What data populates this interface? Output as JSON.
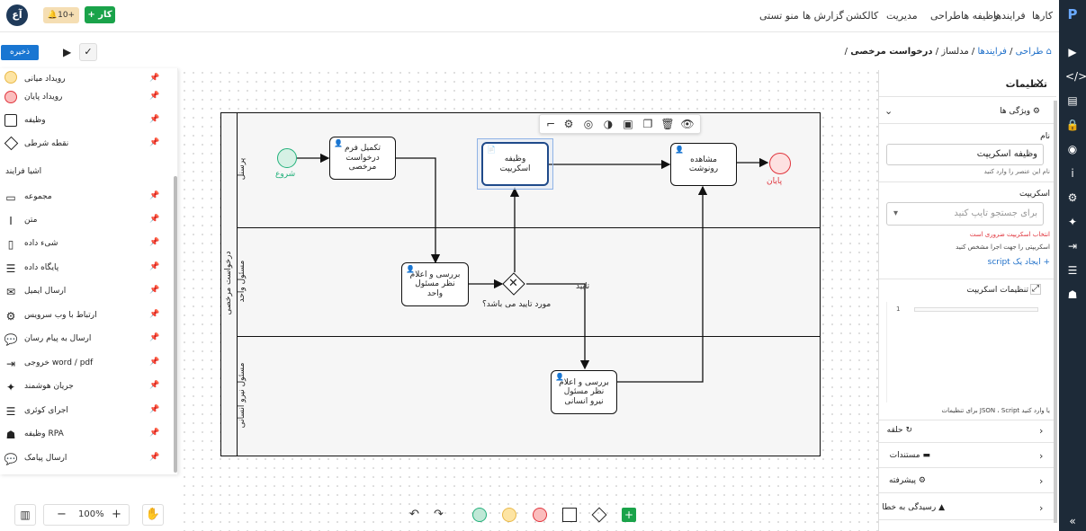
{
  "topbar": {
    "nav": [
      "منو تستی",
      "گزارش ها",
      "کالکشن",
      "مدیریت",
      "طراحی",
      "وظیفه ها",
      "فرایندها",
      "کارها"
    ],
    "avatar": "آع",
    "notif_count": "10+",
    "new_task": "کار"
  },
  "toolbar": {
    "save": "ذخیره"
  },
  "breadcrumb": {
    "home": "طراحی",
    "sep": "/",
    "processes": "فرایندها",
    "modeler": "مدلساز",
    "current": "درخواست مرخصی"
  },
  "palette": {
    "items_top": [
      {
        "label": "رویداد میانی"
      },
      {
        "label": "رویداد پایان"
      },
      {
        "label": "وظیفه"
      },
      {
        "label": "نقطه شرطی"
      }
    ],
    "heading": "اشیا فرایند",
    "items": [
      {
        "label": "مجموعه"
      },
      {
        "label": "متن"
      },
      {
        "label": "شیء داده"
      },
      {
        "label": "پایگاه داده"
      },
      {
        "label": "ارسال ایمیل"
      },
      {
        "label": "ارتباط با وب سرویس"
      },
      {
        "label": "ارسال به پیام رسان"
      },
      {
        "label": "خروجی word / pdf"
      },
      {
        "label": "جریان هوشمند"
      },
      {
        "label": "اجرای کوئری"
      },
      {
        "label": "وظیفه RPA"
      },
      {
        "label": "ارسال پیامک"
      }
    ]
  },
  "zoom": {
    "level": "100%"
  },
  "diagram": {
    "pool_label": "درخواست مرخصی",
    "lanes": [
      "پرسنل",
      "مسئول واحد",
      "مسئول نیرو انسانی"
    ],
    "start_label": "شروع",
    "end_label": "پایان",
    "task_fill_form": "تکمیل فرم درخواست مرخصی",
    "task_script": "وظیفه اسکریپت",
    "task_view_copy": "مشاهده رونوشت",
    "task_review_unit": "بررسی و اعلام نظر مسئول واحد",
    "task_review_hr": "بررسی و اعلام نظر مسئول نیرو انسانی",
    "gateway_label": "مورد تایید می باشد؟",
    "flow_approved": "تایید"
  },
  "settings": {
    "title": "تنظیمات",
    "properties": "ویژگی ها",
    "name_label": "نام",
    "name_value": "وظیفه اسکریپت",
    "name_help": "نام این عنصر را وارد کنید",
    "script_label": "اسکریپت",
    "script_placeholder": "برای جستجو تایپ کنید",
    "script_error": "انتخاب اسکریپت ضروری است",
    "script_help": "اسکریپتی را جهت اجرا مشخص کنید",
    "create_script": "ایجاد یک script",
    "script_settings": "تنظیمات اسکریپت",
    "editor_line": "1",
    "editor_help": "یا وارد کنید JSON ، Script برای تنظیمات",
    "loop": "حلقه",
    "docs": "مستندات",
    "advanced": "پیشرفته",
    "error_handling": "رسیدگی به خطا"
  },
  "colors": {
    "accent": "#1976d2",
    "success": "#1aa34a",
    "start": "#21b07a",
    "end": "#e0343c",
    "rail": "#1d2a38"
  }
}
